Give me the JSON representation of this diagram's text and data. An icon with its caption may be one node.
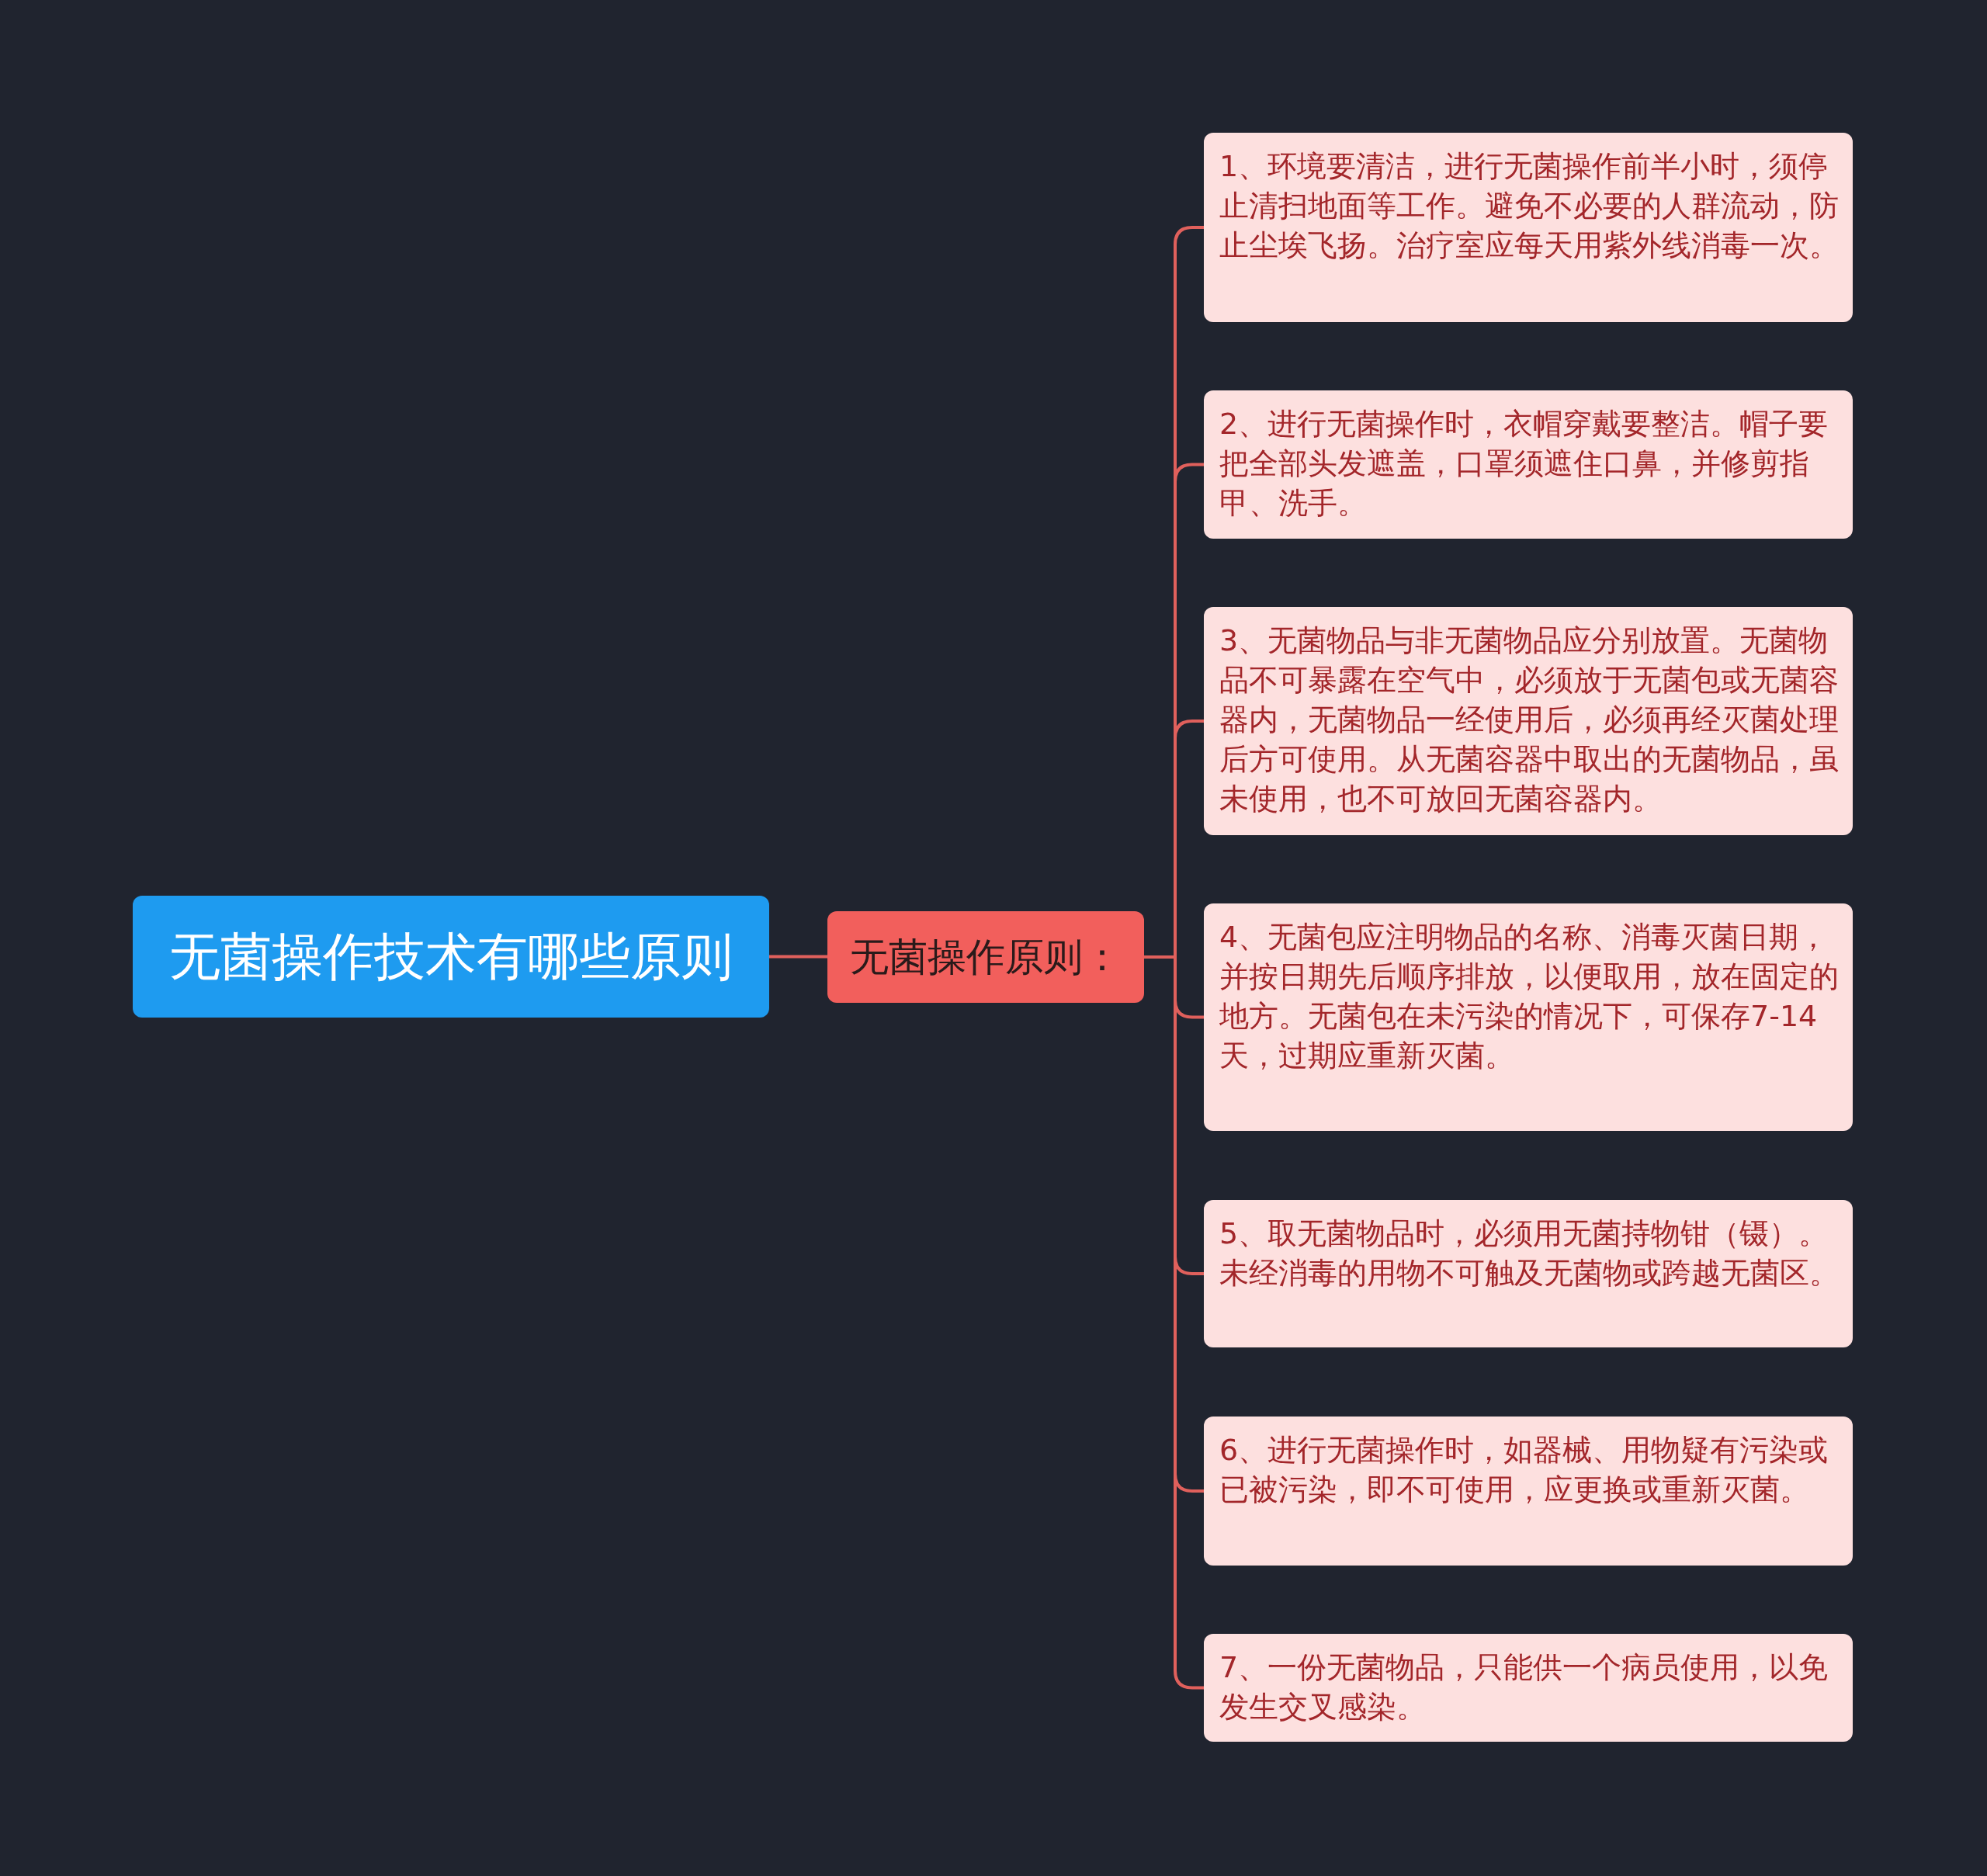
{
  "diagram": {
    "nodes": [
      {
        "text": [
          "无菌操作技术有哪些原则"
        ]
      },
      {
        "text": [
          "无菌操作原则："
        ]
      },
      {
        "text": [
          "1、环境要清洁，进行无菌操作前半小时，须停止清扫地面等工作。避免不必要的人群流动，防止尘埃飞扬。治疗室应每天用紫外线消毒一次。"
        ]
      },
      {
        "text": [
          "2、进行无菌操作时，衣帽穿戴要整洁。帽子要把全部头发遮盖，口罩须遮住口鼻，并修剪指甲、洗手。"
        ]
      },
      {
        "text": [
          "3、无菌物品与非无菌物品应分别放置。无菌物品不可暴露在空气中，必须放于无菌包或无菌容器内，无菌物品一经使用后，必须再经灭菌处理后方可使用。从无菌容器中取出的无菌物品，虽未使用，也不可放回无菌容器内。"
        ]
      },
      {
        "text": [
          "4、无菌包应注明物品的名称、消毒灭菌日期，并按日期先后顺序排放，以便取用，放在固定的地方。无菌包在未污染的情况下，可保存7-14天，过期应重新灭菌。"
        ]
      },
      {
        "text": [
          "5、取无菌物品时，必须用无菌持物钳（镊）。未经消毒的用物不可触及无菌物或跨越无菌区。"
        ]
      },
      {
        "text": [
          "6、进行无菌操作时，如器械、用物疑有污染或已被污染，即不可使用，应更换或重新灭菌。"
        ]
      },
      {
        "text": [
          "7、一份无菌物品，只能供一个病员使用，以免发生交叉感染。"
        ]
      }
    ],
    "edges": [
      {
        "from": 0,
        "to": 1,
        "arrow": "none"
      },
      {
        "from": 1,
        "to": 2,
        "arrow": "none"
      },
      {
        "from": 1,
        "to": 3,
        "arrow": "none"
      },
      {
        "from": 1,
        "to": 4,
        "arrow": "none"
      },
      {
        "from": 1,
        "to": 5,
        "arrow": "none"
      },
      {
        "from": 1,
        "to": 6,
        "arrow": "none"
      },
      {
        "from": 1,
        "to": 7,
        "arrow": "none"
      },
      {
        "from": 1,
        "to": 8,
        "arrow": "none"
      }
    ]
  }
}
